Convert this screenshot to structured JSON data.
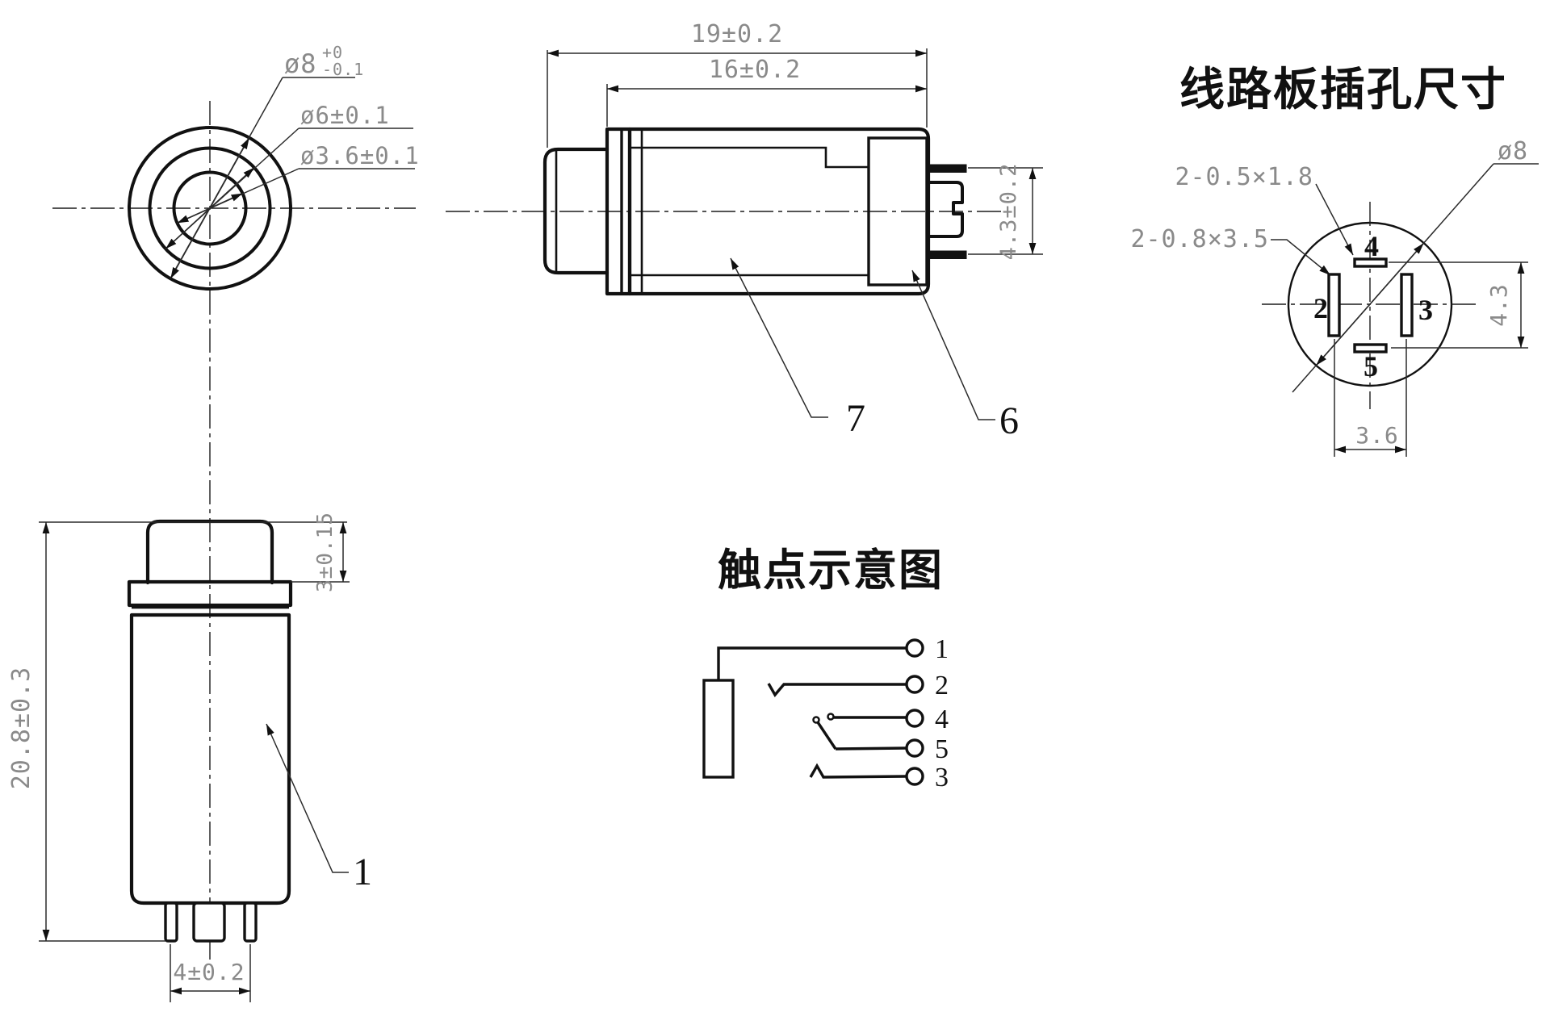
{
  "colors": {
    "ink": "#111111",
    "dim_text": "#8a8a8a",
    "background": "#ffffff"
  },
  "front_view": {
    "dia_outer": "ø8",
    "dia_outer_sup": "+0",
    "dia_outer_sub": "-0.1",
    "dia_mid": "ø6±0.1",
    "dia_inner": "ø3.6±0.1"
  },
  "side_view": {
    "overall_length": "19±0.2",
    "body_length": "16±0.2",
    "pin_span": "4.3±0.2",
    "body_label": "7",
    "cap_label": "6"
  },
  "pcb_view": {
    "title": "线路板插孔尺寸",
    "slot_note_small": "2-0.5×1.8",
    "slot_note_large": "2-0.8×3.5",
    "board_dia": "ø8",
    "vertical_pitch": "4.3",
    "horizontal_pitch": "3.6",
    "pin_labels": {
      "p2": "2",
      "p3": "3",
      "p4": "4",
      "p5": "5"
    }
  },
  "bottom_view": {
    "overall_height": "20.8±0.3",
    "knob_height": "3±0.15",
    "pin_pitch": "4±0.2",
    "body_label": "1"
  },
  "contact_view": {
    "title": "触点示意图",
    "terminal_labels": {
      "t1": "1",
      "t2": "2",
      "t4": "4",
      "t5": "5",
      "t3": "3"
    }
  }
}
